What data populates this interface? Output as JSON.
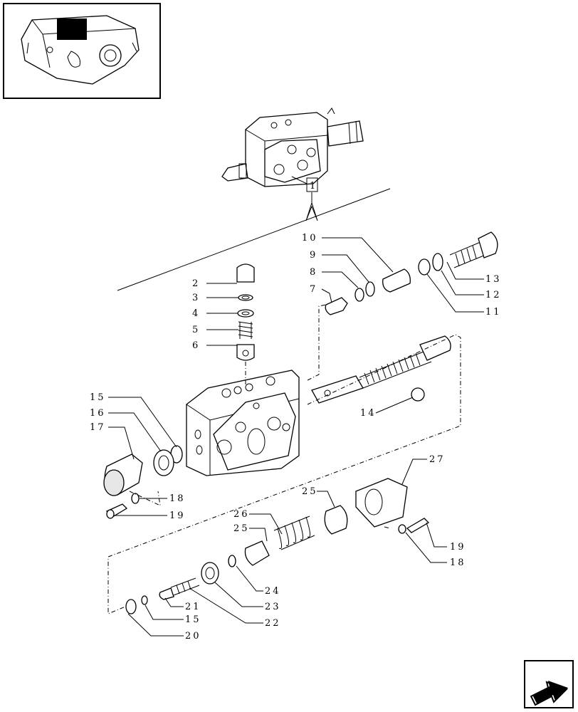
{
  "colors": {
    "ink": "#000000",
    "paper": "#ffffff",
    "shade": "#e6e6e6"
  },
  "icons": {
    "overview": "valve-assembly-thumbnail-icon",
    "next": "next-page-arrow-icon"
  },
  "callout_box": "1",
  "labels": {
    "p2": "2",
    "p3": "3",
    "p4": "4",
    "p5": "5",
    "p6": "6",
    "p7": "7",
    "p8": "8",
    "p9": "9",
    "p10": "10",
    "p11": "11",
    "p12": "12",
    "p13": "13",
    "p14": "14",
    "p15a": "15",
    "p16": "16",
    "p17": "17",
    "p18a": "18",
    "p19a": "19",
    "p25a": "25",
    "p26": "26",
    "p25b": "25",
    "p27": "27",
    "p19b": "19",
    "p18b": "18",
    "p24": "24",
    "p23": "23",
    "p22": "22",
    "p21": "21",
    "p15b": "15",
    "p20": "20"
  }
}
